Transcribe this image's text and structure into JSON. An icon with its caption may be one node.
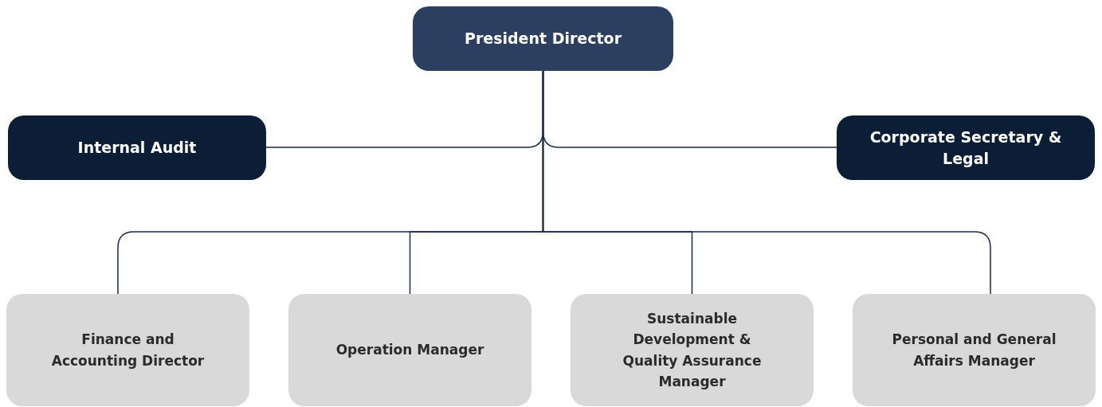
{
  "diagram": {
    "nodes": [
      {
        "text": [
          "President Director"
        ]
      },
      {
        "text": [
          "Internal Audit"
        ]
      },
      {
        "text": [
          "Corporate Secretary & Legal"
        ]
      },
      {
        "text": [
          "Finance and Accounting Director"
        ]
      },
      {
        "text": [
          "Operation Manager"
        ]
      },
      {
        "text": [
          "Sustainable Development & Quality Assurance Manager"
        ]
      },
      {
        "text": [
          "Personal and General Affairs Manager"
        ]
      }
    ],
    "edges": [
      {
        "from": 0,
        "to": 1,
        "arrow": "none"
      },
      {
        "from": 0,
        "to": 2,
        "arrow": "none"
      },
      {
        "from": 0,
        "to": 3,
        "arrow": "none"
      },
      {
        "from": 0,
        "to": 4,
        "arrow": "none"
      },
      {
        "from": 0,
        "to": 5,
        "arrow": "none"
      },
      {
        "from": 0,
        "to": 6,
        "arrow": "none"
      }
    ]
  }
}
